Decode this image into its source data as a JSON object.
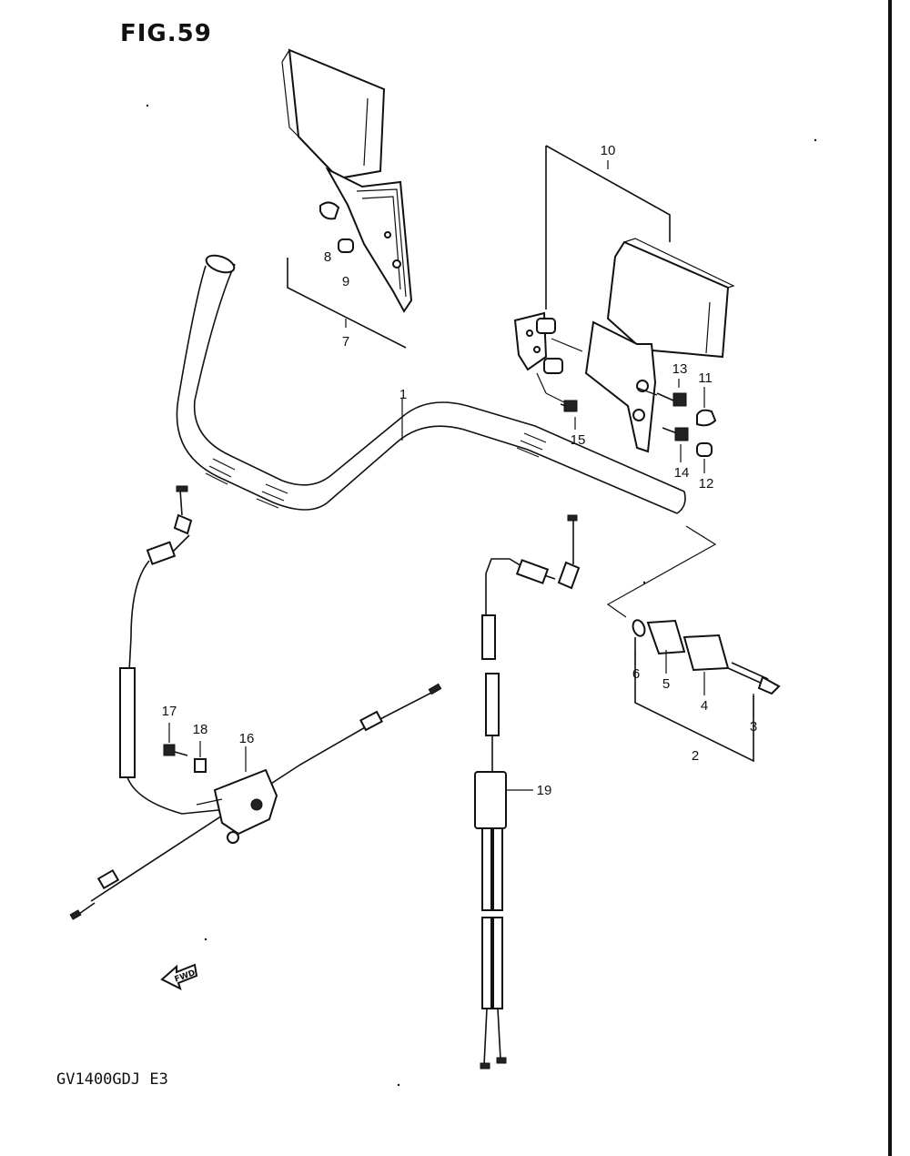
{
  "figure": {
    "title": "FIG.59",
    "model_code": "GV1400GDJ  E3",
    "fwd_label": "FWD"
  },
  "callouts": {
    "c1": "1",
    "c2": "2",
    "c3": "3",
    "c4": "4",
    "c5": "5",
    "c6": "6",
    "c7": "7",
    "c8": "8",
    "c9": "9",
    "c10": "10",
    "c11": "11",
    "c12": "12",
    "c13": "13",
    "c14": "14",
    "c15": "15",
    "c16": "16",
    "c17": "17",
    "c18": "18",
    "c19": "19"
  }
}
